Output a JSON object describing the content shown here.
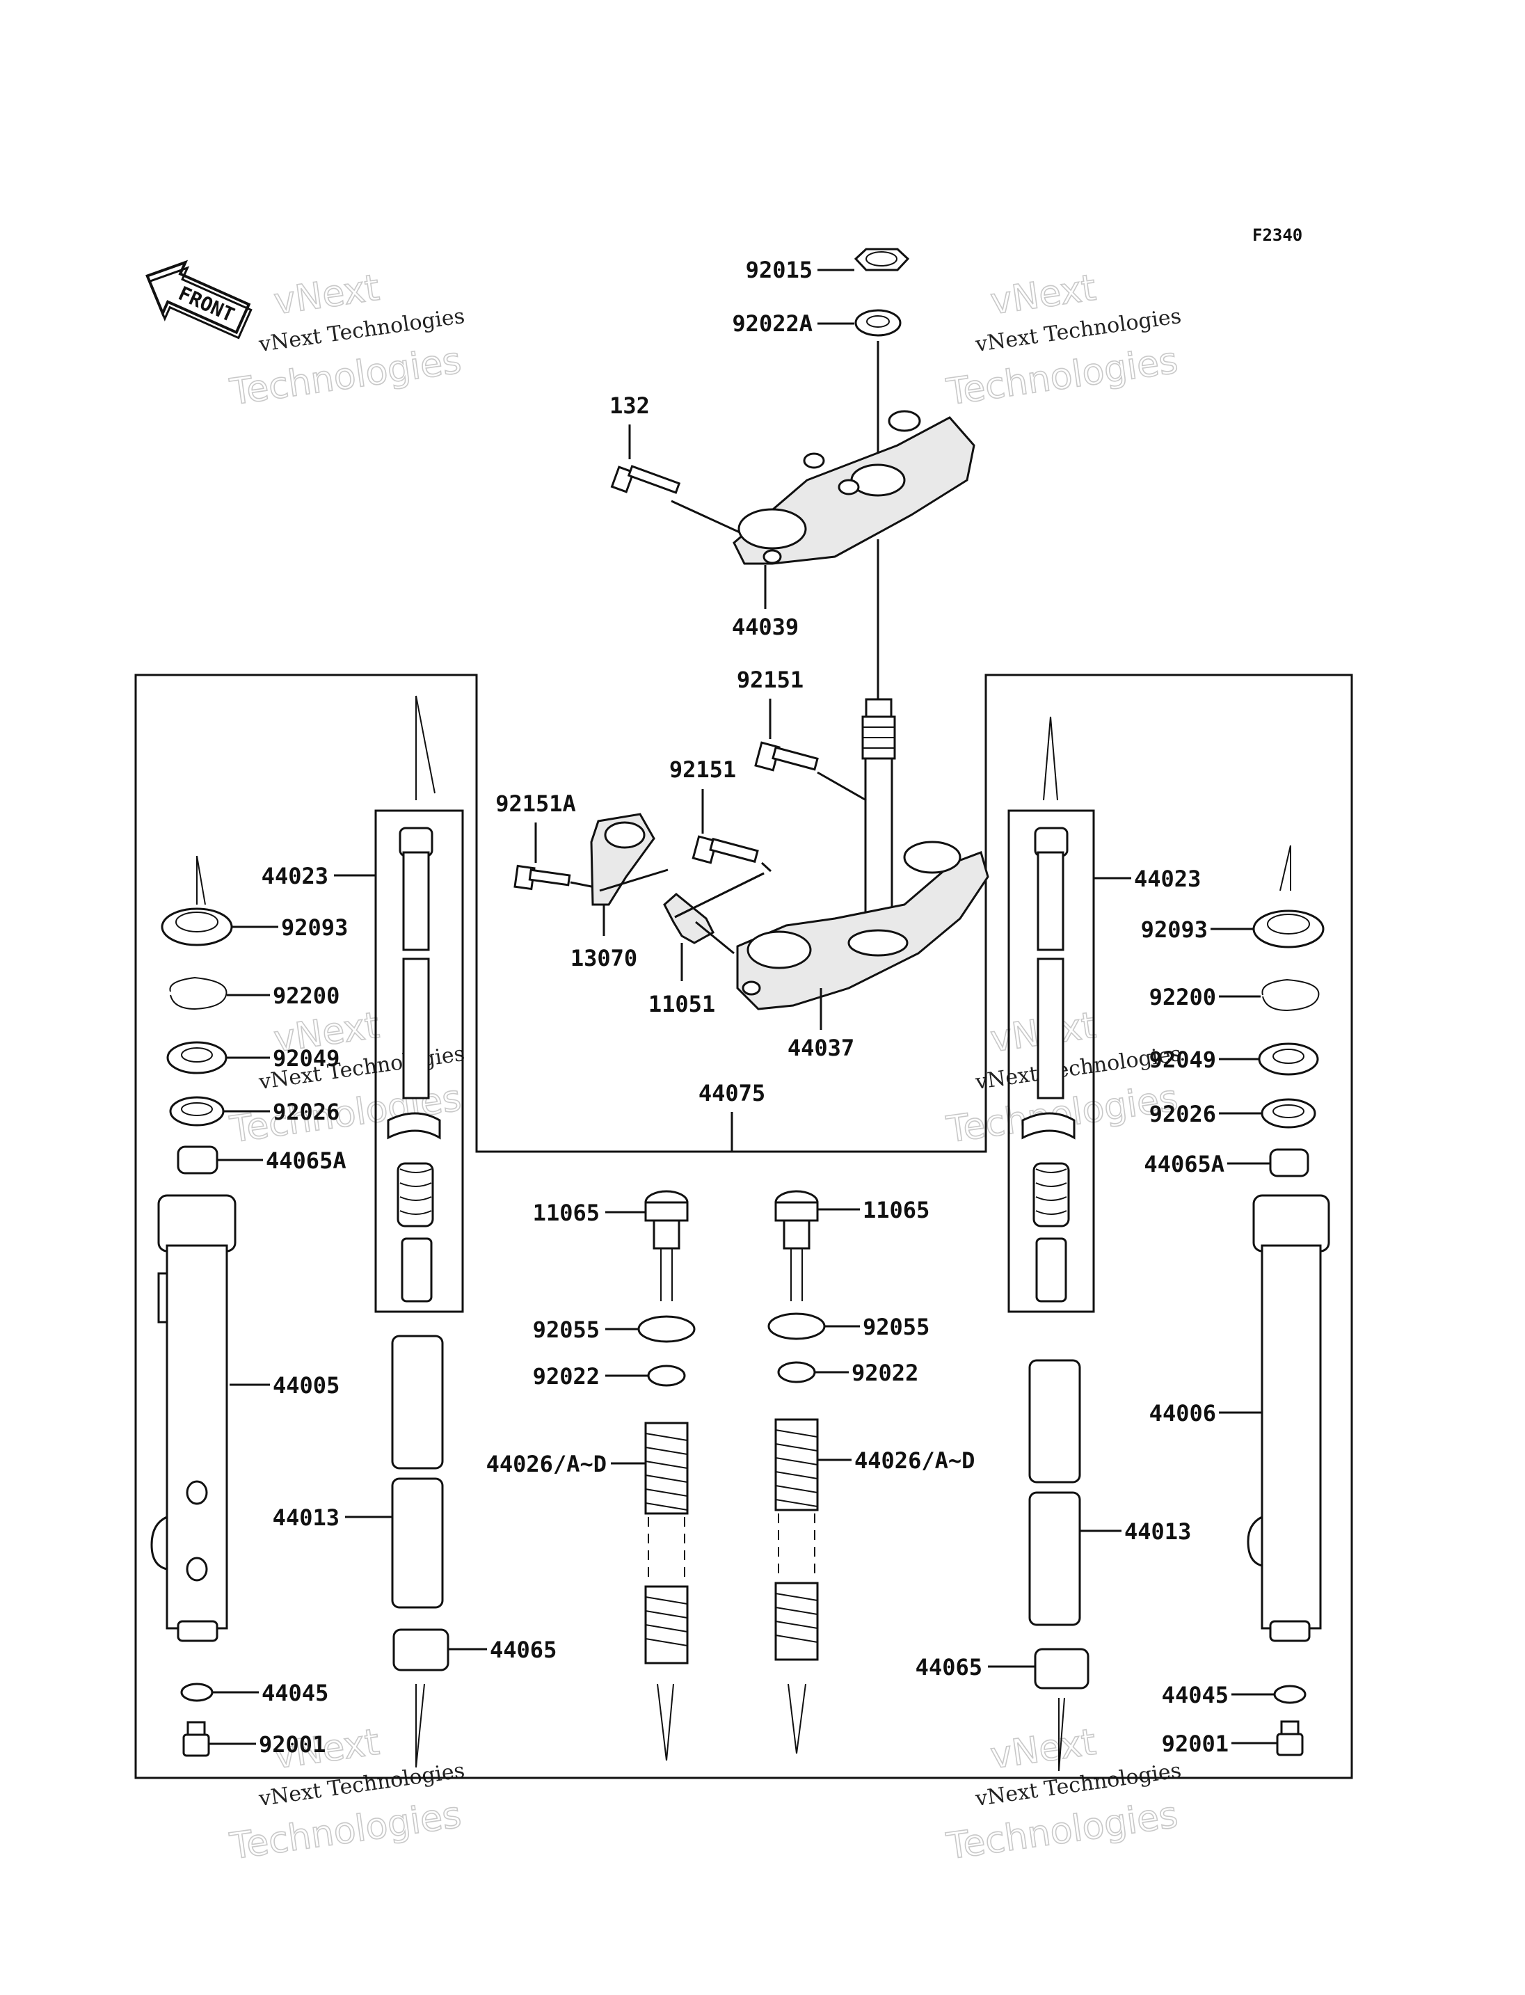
{
  "figure_code": "F2340",
  "front_label": "FRONT",
  "watermark": {
    "line1": "vNext",
    "line2": "vNext Technologies",
    "line3": "Technologies"
  },
  "parts": {
    "p92015": "92015",
    "p92022A": "92022A",
    "p132": "132",
    "p44039": "44039",
    "p92151_a": "92151",
    "p92151_b": "92151",
    "p92151A": "92151A",
    "p13070": "13070",
    "p11051": "11051",
    "p44037": "44037",
    "p44075": "44075",
    "L44023": "44023",
    "L92093": "92093",
    "L92200": "92200",
    "L92049": "92049",
    "L92026": "92026",
    "L44065A": "44065A",
    "L44005": "44005",
    "L44013": "44013",
    "L44045": "44045",
    "L92001": "92001",
    "L44065": "44065",
    "L11065": "11065",
    "L92055": "92055",
    "L92022": "92022",
    "L44026": "44026/A~D",
    "R11065": "11065",
    "R92055": "92055",
    "R92022": "92022",
    "R44026": "44026/A~D",
    "R44023": "44023",
    "R92093": "92093",
    "R92200": "92200",
    "R92049": "92049",
    "R92026": "92026",
    "R44065A": "44065A",
    "R44006": "44006",
    "R44013": "44013",
    "R44065": "44065",
    "R44045": "44045",
    "R92001": "92001"
  }
}
